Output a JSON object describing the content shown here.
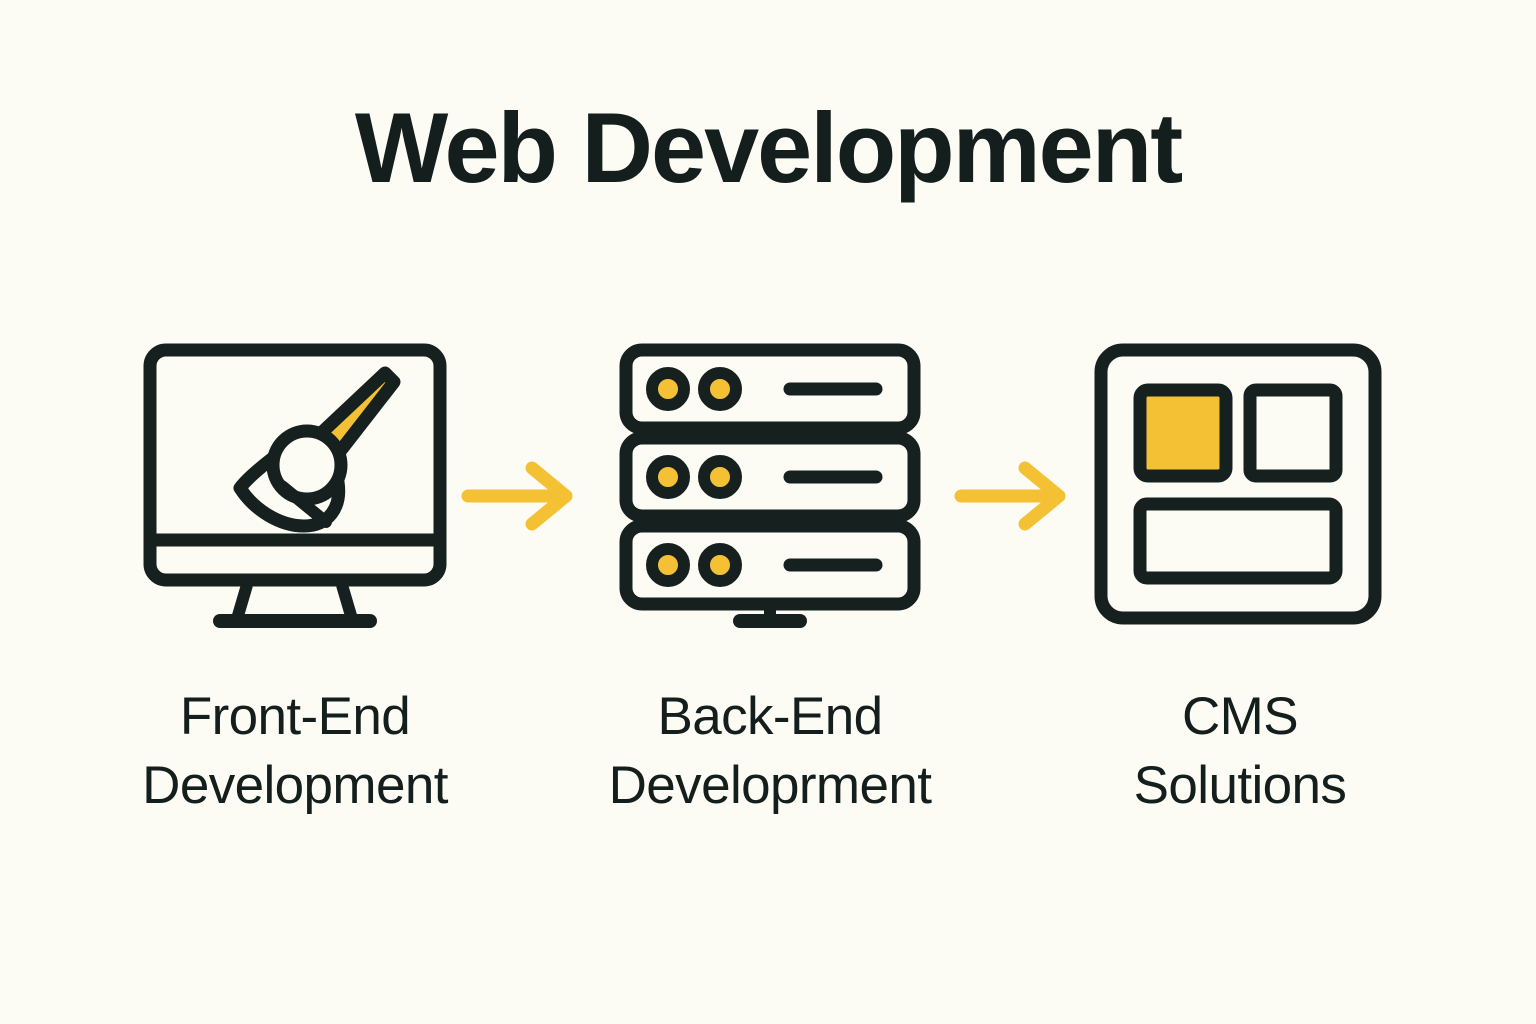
{
  "page": {
    "title": "Web Development",
    "background_color": "#FCFCF5",
    "stroke_color": "#15201F",
    "accent_color": "#F5C134"
  },
  "flow": {
    "steps": [
      {
        "id": "front-end",
        "icon": "monitor-paintbrush-icon",
        "label_line_1": "Front-End",
        "label_line_2": "Development"
      },
      {
        "id": "back-end",
        "icon": "server-rack-icon",
        "label_line_1": "Back-End",
        "label_line_2": "Developrment"
      },
      {
        "id": "cms",
        "icon": "layout-blocks-icon",
        "label_line_1": "CMS",
        "label_line_2": "Solutions"
      }
    ],
    "connectors": [
      {
        "id": "arrow-1",
        "icon": "arrow-right-icon"
      },
      {
        "id": "arrow-2",
        "icon": "arrow-right-icon"
      }
    ]
  }
}
